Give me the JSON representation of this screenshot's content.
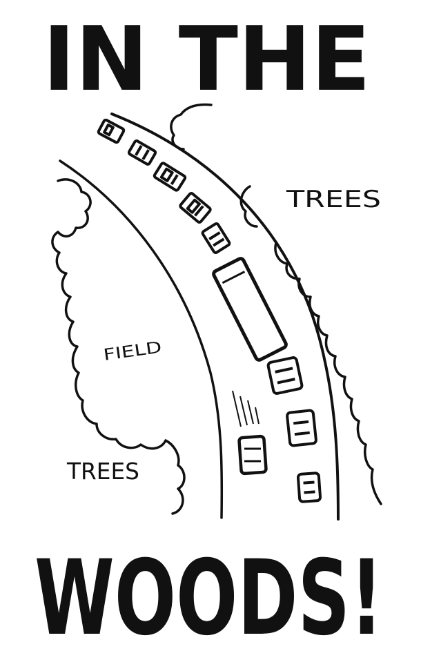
{
  "title_top": "IN THE",
  "title_bottom": "WOODS!",
  "labels": {
    "trees_right": "TREES",
    "field": "FIELD",
    "trees_left": "TREES"
  },
  "colors": {
    "ink": "#111111",
    "paper": "#ffffff"
  }
}
